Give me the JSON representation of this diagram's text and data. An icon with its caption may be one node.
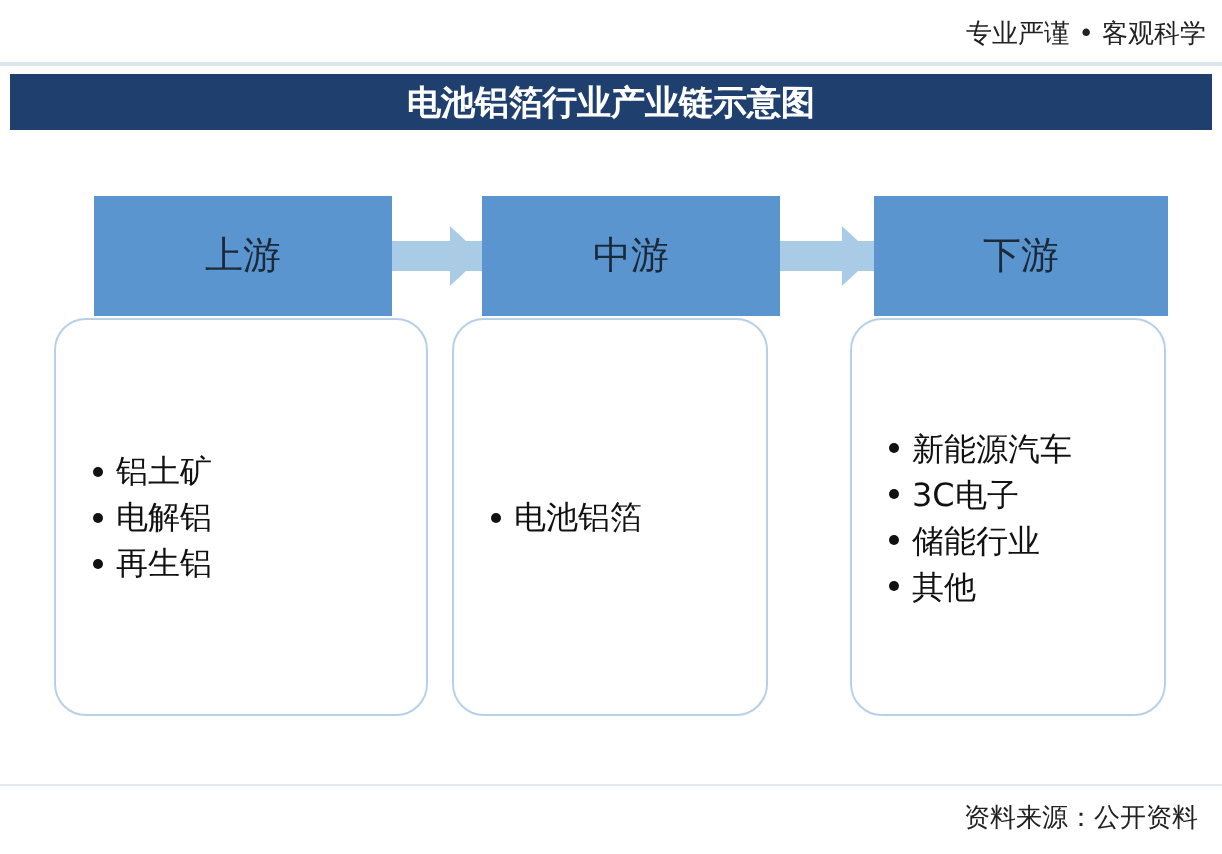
{
  "diagram": {
    "title": "电池铝箔行业产业链示意图",
    "nodes": [
      {
        "text": [
          "上游"
        ]
      },
      {
        "text": [
          "中游"
        ]
      },
      {
        "text": [
          "下游"
        ]
      },
      {
        "text": [
          "铝土矿",
          "电解铝",
          "再生铝"
        ]
      },
      {
        "text": [
          "电池铝箔"
        ]
      },
      {
        "text": [
          "新能源汽车",
          "3C电子",
          "储能行业",
          "其他"
        ]
      }
    ],
    "edges": [
      {
        "from": 0,
        "to": 1,
        "arrow": "to"
      },
      {
        "from": 1,
        "to": 2,
        "arrow": "to"
      }
    ],
    "labels": [
      "专业严谨 • 客观科学",
      "资料来源：公开资料"
    ]
  }
}
